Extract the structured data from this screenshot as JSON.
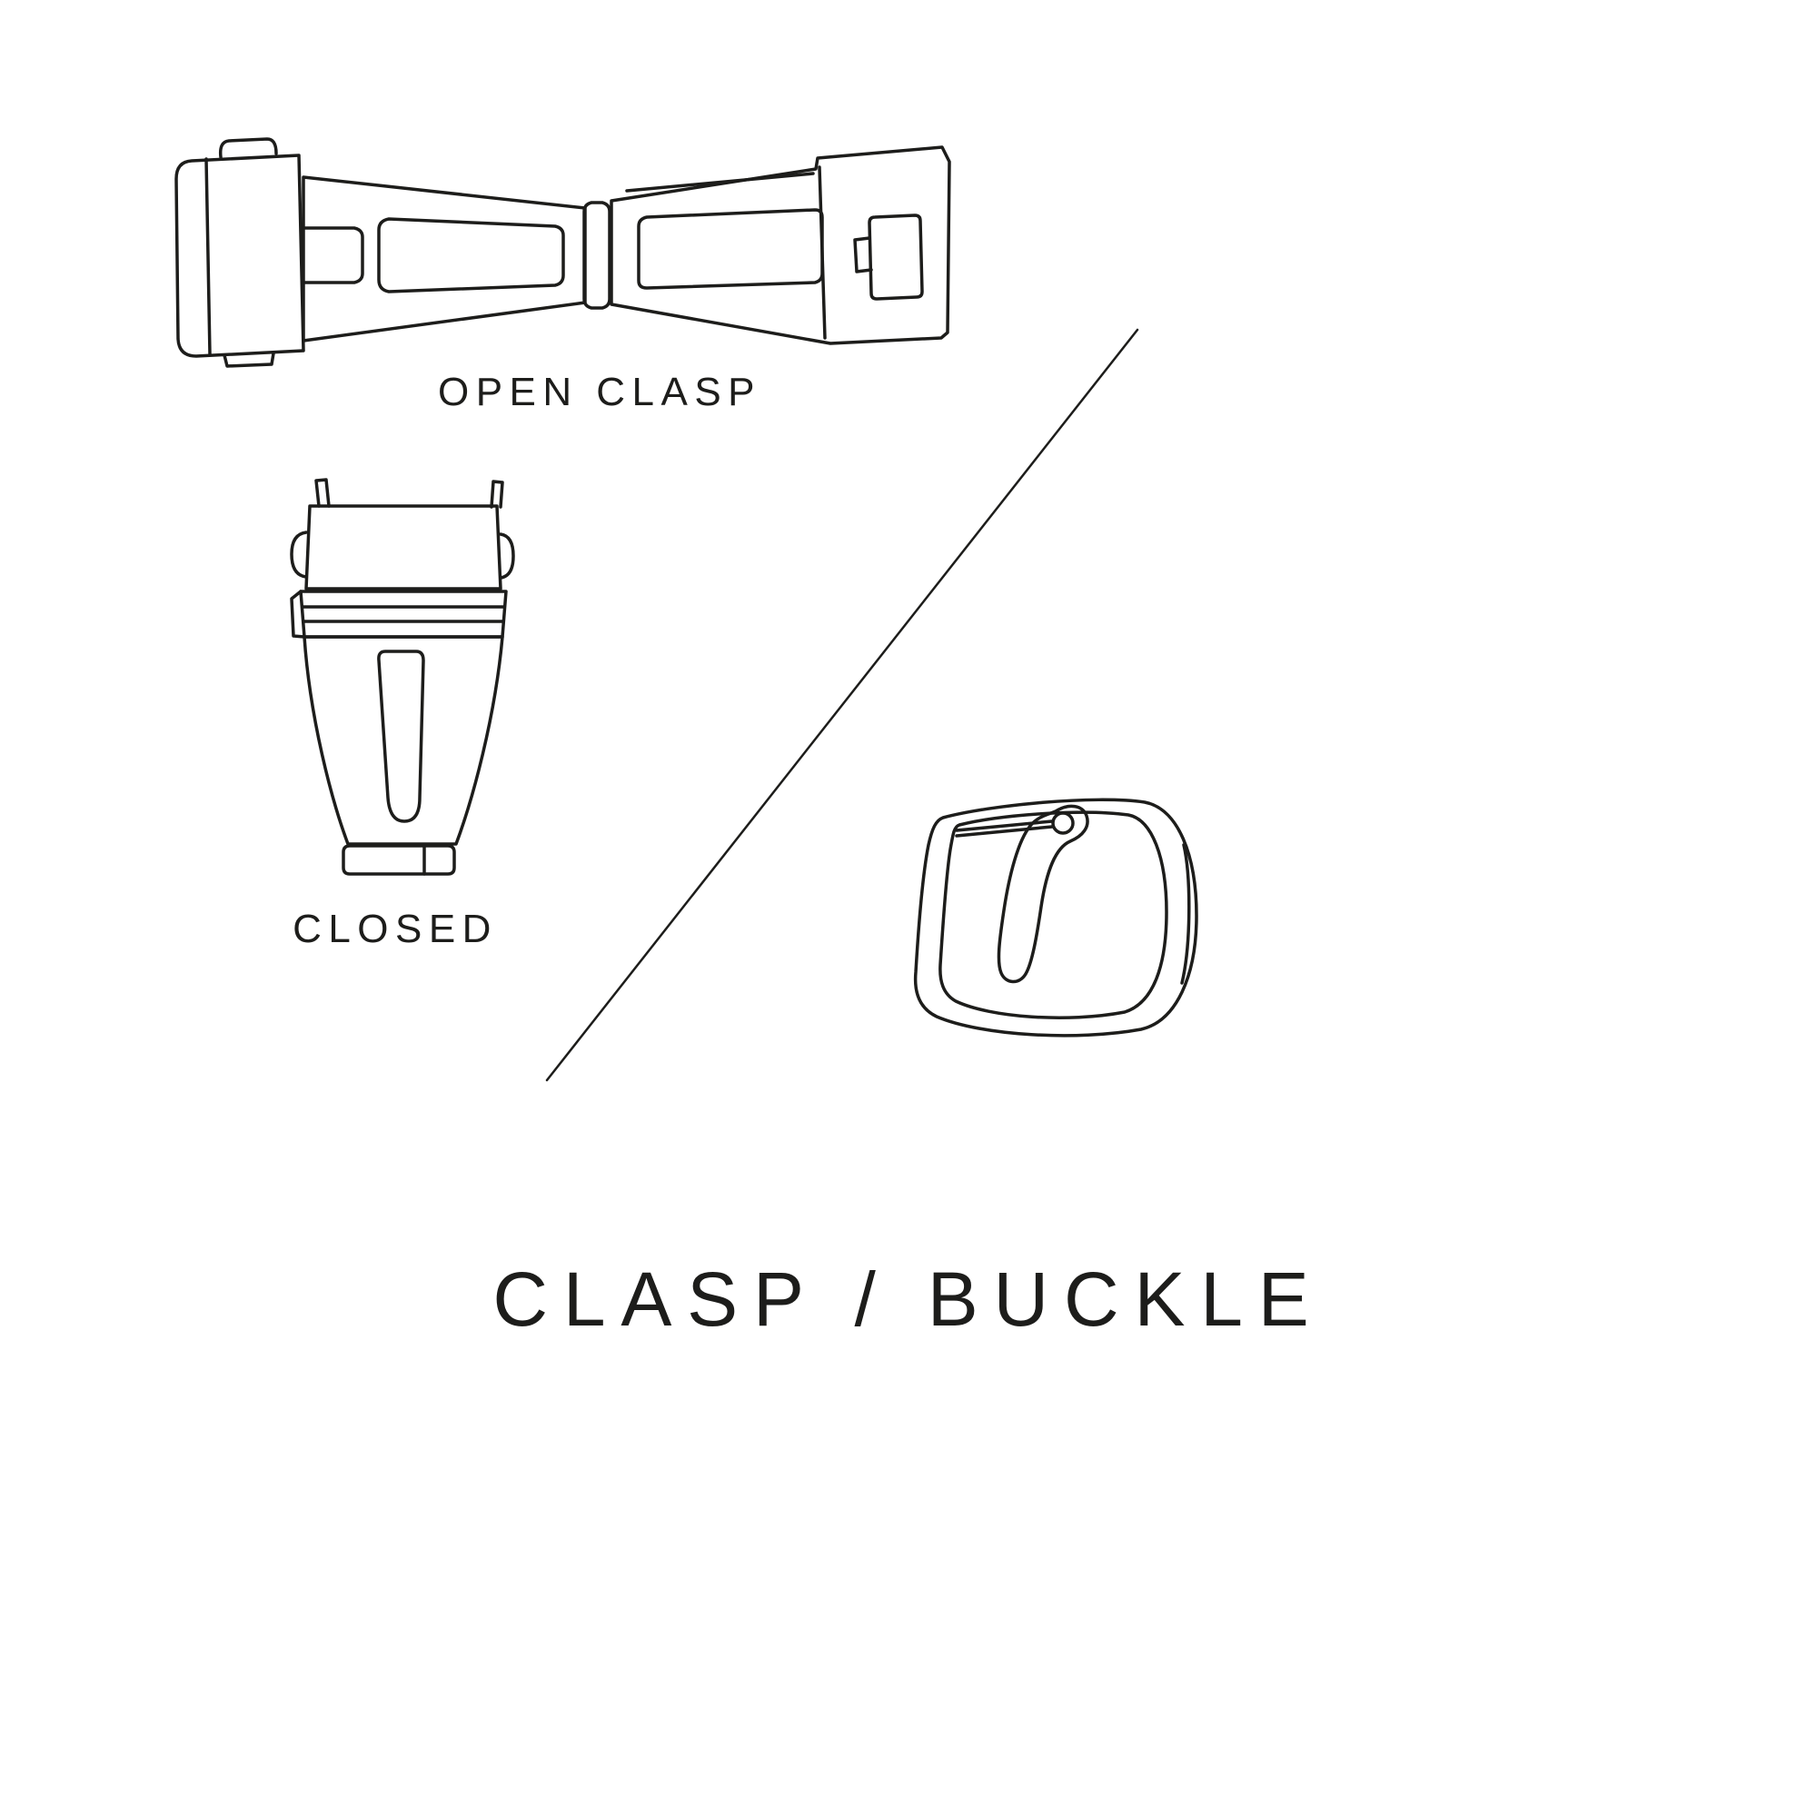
{
  "page": {
    "background_color": "#ffffff",
    "line_color": "#1d1d1b"
  },
  "title": {
    "text": "CLASP / BUCKLE"
  },
  "figures": {
    "open_clasp": {
      "label": "OPEN CLASP",
      "icon": "open-clasp-illustration"
    },
    "closed_clasp": {
      "label": "CLOSED",
      "icon": "closed-clasp-illustration"
    },
    "buckle": {
      "icon": "tang-buckle-illustration"
    }
  }
}
